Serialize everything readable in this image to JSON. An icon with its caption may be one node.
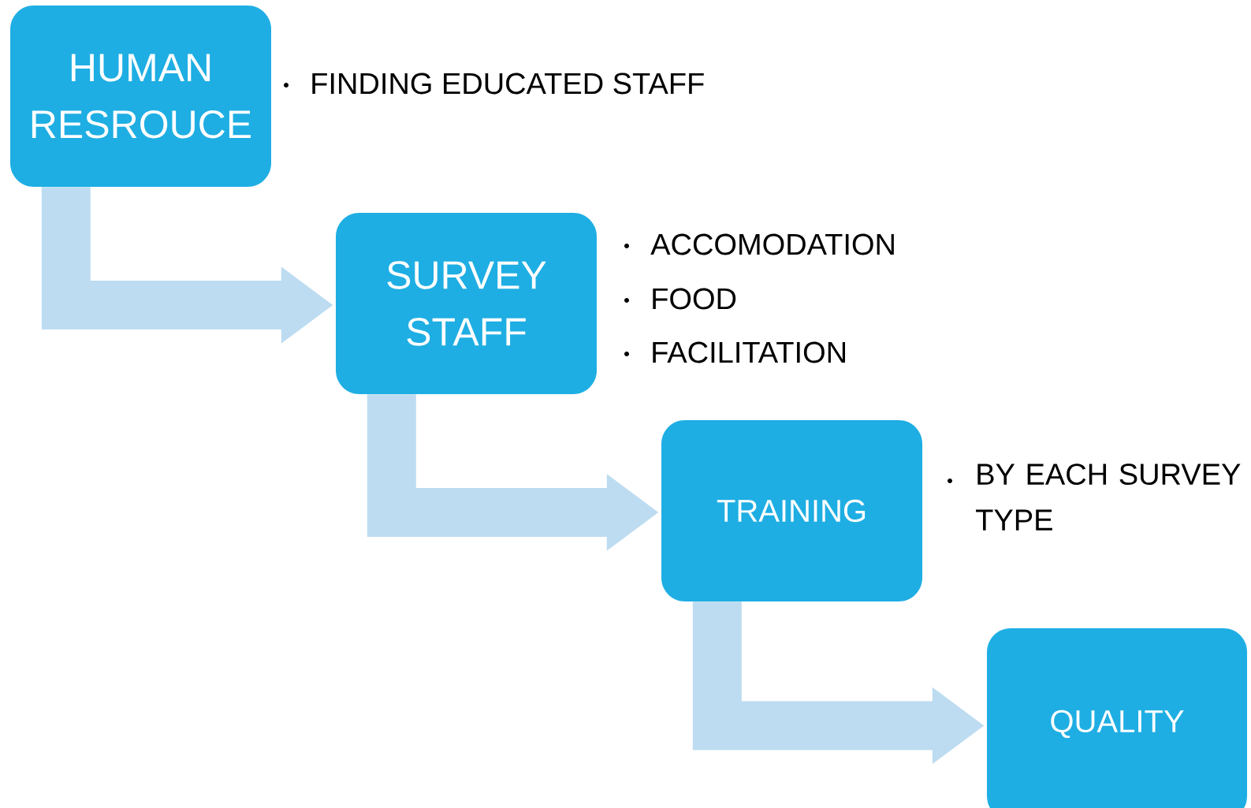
{
  "diagram": {
    "nodes": [
      {
        "text": [
          "HUMAN RESROUCE"
        ],
        "beside": [
          "FINDING EDUCATED STAFF"
        ]
      },
      {
        "text": [
          "SURVEY STAFF"
        ],
        "beside": [
          "ACCOMODATION",
          "FOOD",
          "FACILITATION"
        ]
      },
      {
        "text": [
          "TRAINING"
        ],
        "beside": [
          "BY EACH SURVEY TYPE"
        ]
      },
      {
        "text": [
          "QUALITY"
        ]
      }
    ],
    "edges": [
      {
        "from": 0,
        "to": 1,
        "arrow": "to"
      },
      {
        "from": 1,
        "to": 2,
        "arrow": "to"
      },
      {
        "from": 2,
        "to": 3,
        "arrow": "to"
      }
    ]
  }
}
